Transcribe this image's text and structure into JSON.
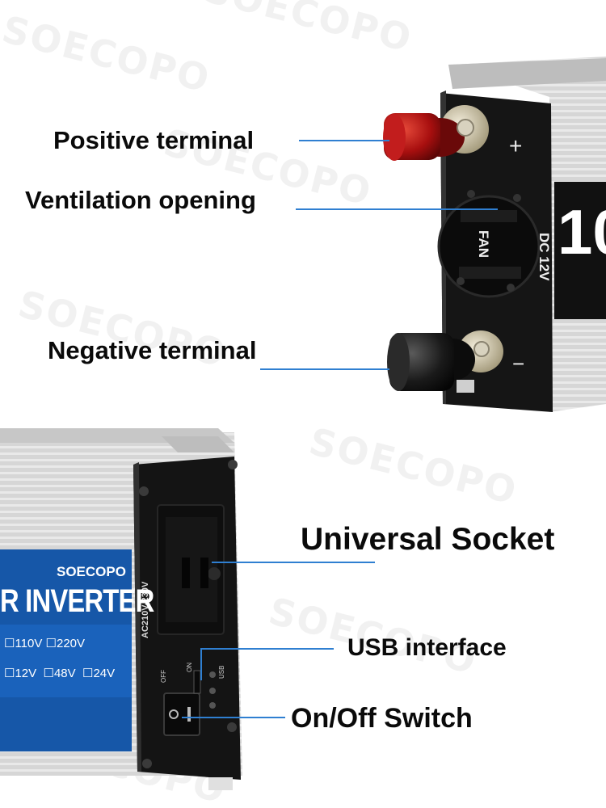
{
  "watermark": {
    "brand": "SOECOPO"
  },
  "labels": {
    "positive_terminal": "Positive terminal",
    "ventilation_opening": "Ventilation opening",
    "negative_terminal": "Negative terminal",
    "universal_socket": "Universal Socket",
    "usb_interface": "USB interface",
    "on_off_switch": "On/Off Switch"
  },
  "top_panel": {
    "plus_sign": "+",
    "minus_sign": "−",
    "fan_label": "FAN",
    "dc_label": "DC 12V",
    "wattage_partial": "10"
  },
  "bottom_panel": {
    "ac_label": "AC210V-230V",
    "off_label": "OFF",
    "on_label": "ON",
    "usb_label": "USB"
  },
  "product_label": {
    "brand": "SOECOPO",
    "title_partial": "R INVERTER",
    "output_options": [
      "110V",
      "220V"
    ],
    "input_options": [
      "12V",
      "48V",
      "24V"
    ]
  },
  "colors": {
    "callout_line": "#2f7fd1",
    "label_blue": "#1657a8",
    "terminal_red": "#b01212",
    "panel_black": "#151515",
    "aluminum": "#d4d4d4"
  }
}
